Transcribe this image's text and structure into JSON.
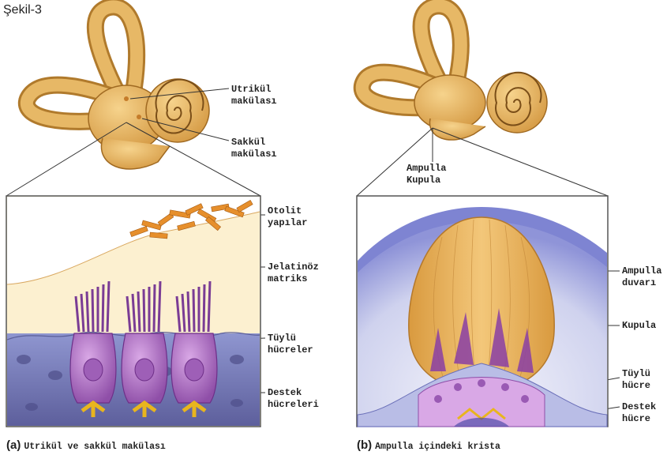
{
  "figure_title": "Şekil-3",
  "panel_a": {
    "caption_tag": "(a)",
    "caption_text": "Utrikül ve sakkül makülası",
    "labels": {
      "utrikul": [
        "Utrikül",
        "makülası"
      ],
      "sakkul": [
        "Sakkül",
        "makülası"
      ],
      "otolit": [
        "Otolit",
        "yapılar"
      ],
      "jelatinoz": [
        "Jelatinöz",
        "matriks"
      ],
      "tuylu": [
        "Tüylü",
        "hücreler"
      ],
      "destek": [
        "Destek",
        "hücreleri"
      ]
    }
  },
  "panel_b": {
    "caption_tag": "(b)",
    "caption_text": "Ampulla içindeki krista",
    "labels": {
      "ampulla_kupula": [
        "Ampulla",
        "Kupula"
      ],
      "ampulla_duvari": [
        "Ampulla",
        "duvarı"
      ],
      "kupula": [
        "Kupula"
      ],
      "tuylu": [
        "Tüylü",
        "hücre"
      ],
      "destek": [
        "Destek",
        "hücre"
      ]
    }
  },
  "colors": {
    "bone": "#e3b35f",
    "bone_dark": "#a06a22",
    "gel": "#fbebc4",
    "otolith": "#e08a2a",
    "hair_cell": "#b57ac8",
    "support": "#7d7fb8",
    "ampulla_wall": "#8a8fd6",
    "cupula": "#e6ad55",
    "nerve": "#f2c230"
  }
}
